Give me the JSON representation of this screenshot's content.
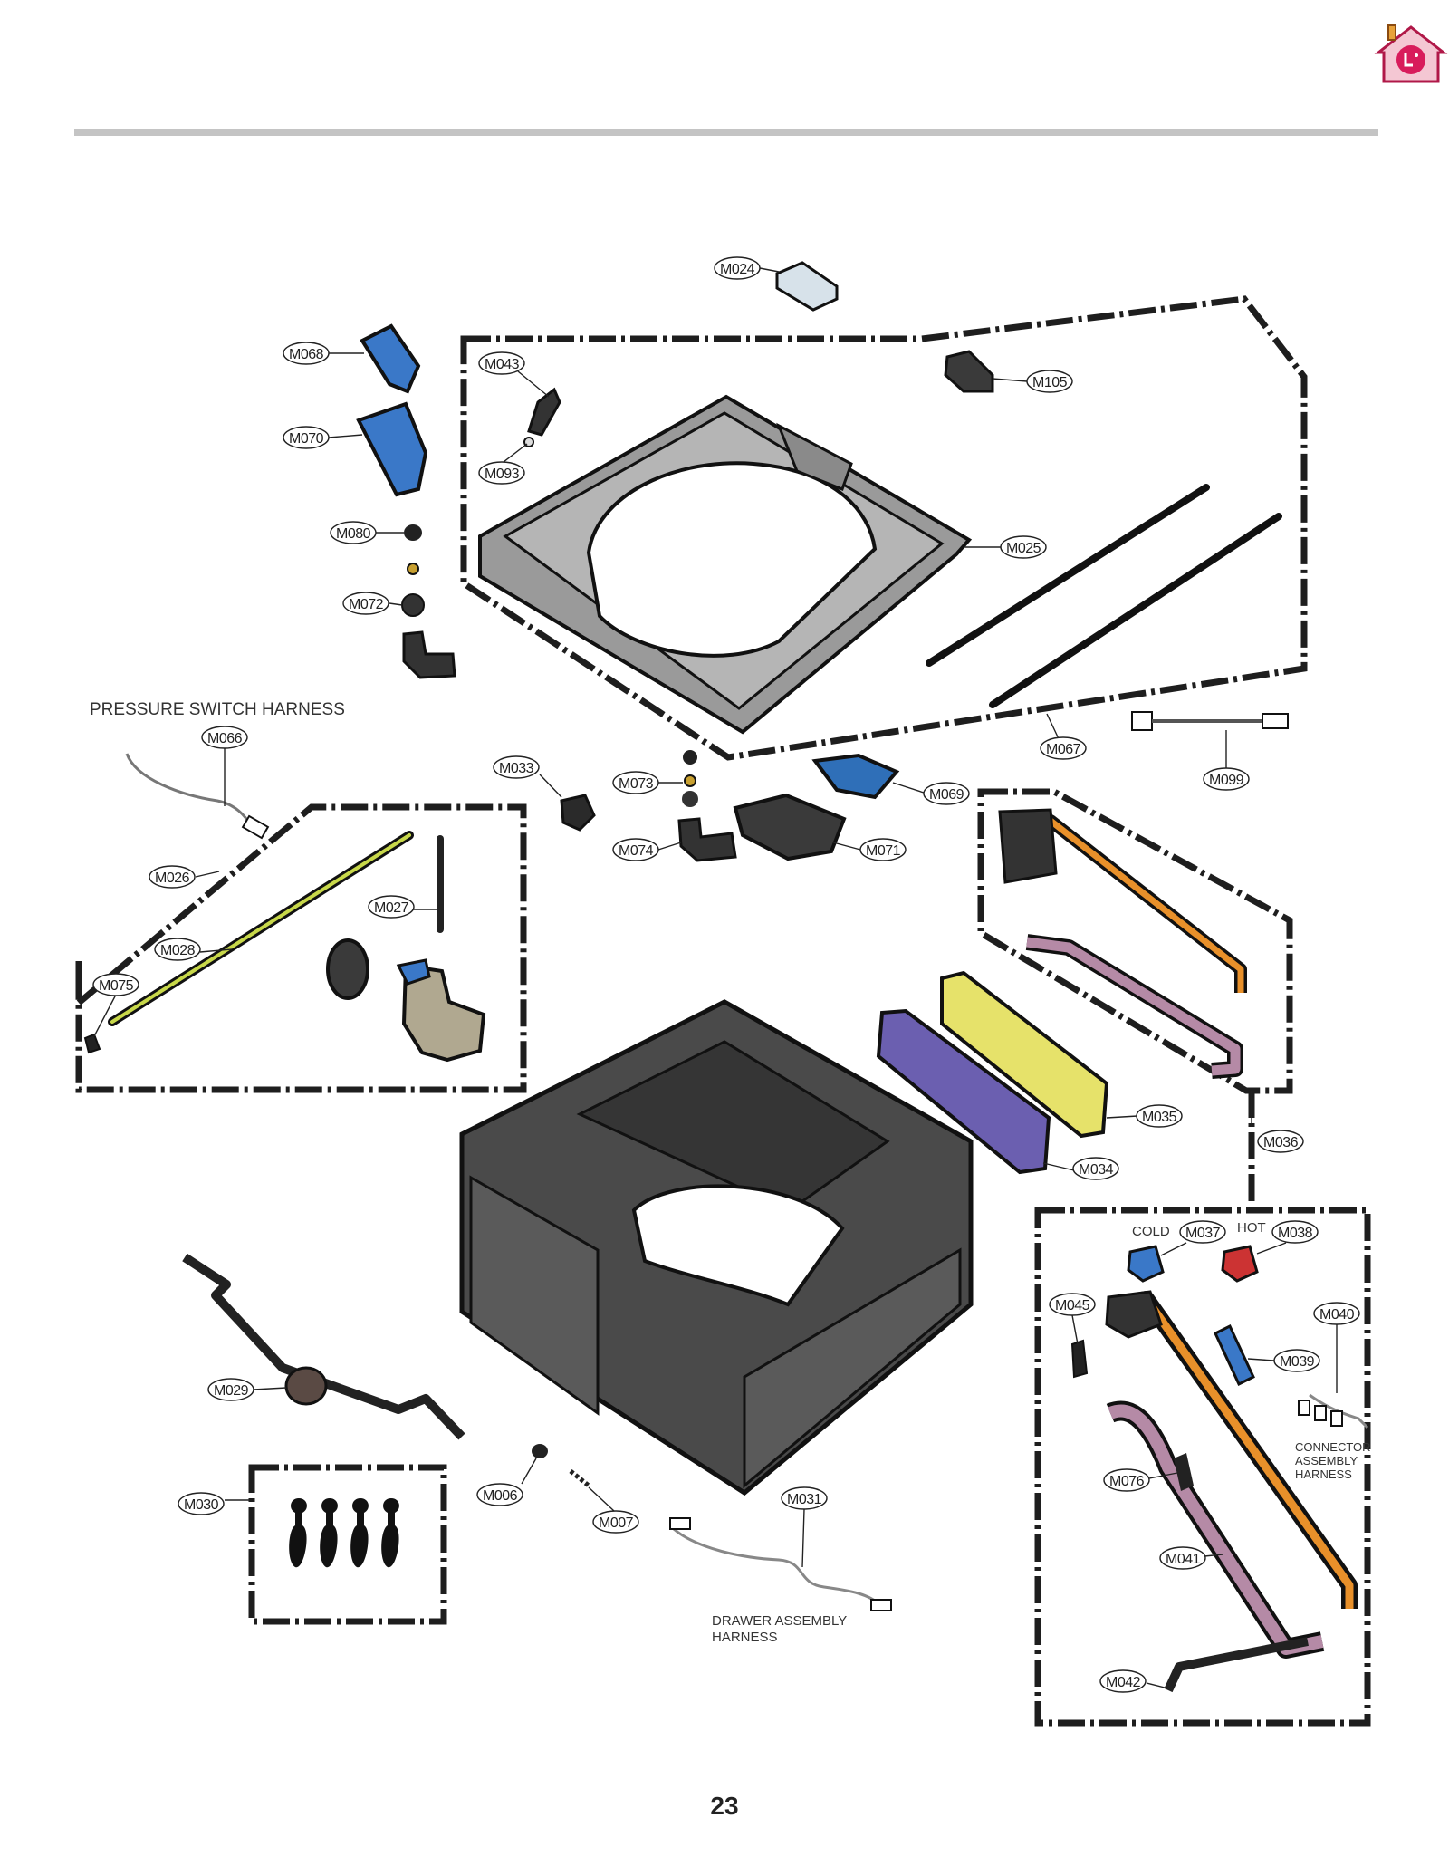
{
  "header": {
    "home_icon": "lg-home-icon",
    "brand_color": "#d81b5b"
  },
  "labels": {
    "M024": "M024",
    "M068": "M068",
    "M043": "M043",
    "M105": "M105",
    "M070": "M070",
    "M093": "M093",
    "M080": "M080",
    "M025": "M025",
    "M072": "M072",
    "M066": "M066",
    "M067": "M067",
    "M099": "M099",
    "M033": "M033",
    "M073": "M073",
    "M069": "M069",
    "M074": "M074",
    "M071": "M071",
    "M026": "M026",
    "M027": "M027",
    "M028": "M028",
    "M075": "M075",
    "M035": "M035",
    "M036": "M036",
    "M034": "M034",
    "M037": "M037",
    "M038": "M038",
    "M045": "M045",
    "M040": "M040",
    "M039": "M039",
    "M029": "M029",
    "M076": "M076",
    "M031": "M031",
    "M006": "M006",
    "M030": "M030",
    "M007": "M007",
    "M041": "M041",
    "M042": "M042"
  },
  "notes": {
    "pressure_switch_harness": "PRESSURE SWITCH HARNESS",
    "cold": "COLD",
    "hot": "HOT",
    "connector_line1": "CONNECTOR",
    "connector_line2": "ASSEMBLY",
    "connector_line3": "HARNESS",
    "drawer_line1": "DRAWER ASSEMBLY",
    "drawer_line2": "HARNESS"
  },
  "page_number": "23",
  "colors": {
    "rule": "#c4c4c4",
    "housing_gray": "#8f8f8f",
    "part_blue": "#3a78c8",
    "part_orange": "#e8902a",
    "part_purple": "#7d6aa8",
    "part_yellow": "#e6e26a",
    "part_pink": "#b58aa6",
    "part_green": "#c8d84a"
  }
}
